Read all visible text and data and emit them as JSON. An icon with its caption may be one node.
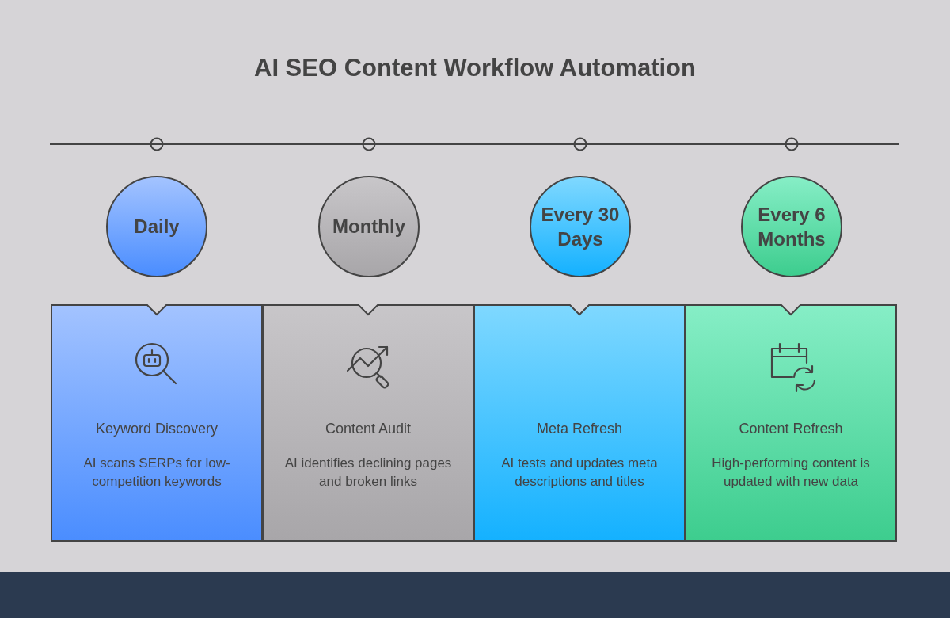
{
  "diagram": {
    "title": "AI SEO Content Workflow Automation",
    "nodes": [
      {
        "text": [
          "Daily"
        ]
      },
      {
        "text": [
          "Monthly"
        ]
      },
      {
        "text": [
          "Every 30 Days"
        ]
      },
      {
        "text": [
          "Every 6 Months"
        ]
      },
      {
        "text": [
          "Keyword Discovery",
          "AI scans SERPs for low-competition keywords"
        ]
      },
      {
        "text": [
          "Content Audit",
          "AI identifies declining pages and broken links"
        ]
      },
      {
        "text": [
          "Meta Refresh",
          "AI tests and updates meta descriptions and titles"
        ]
      },
      {
        "text": [
          "Content Refresh",
          "High-performing content is updated with new data"
        ]
      }
    ]
  }
}
